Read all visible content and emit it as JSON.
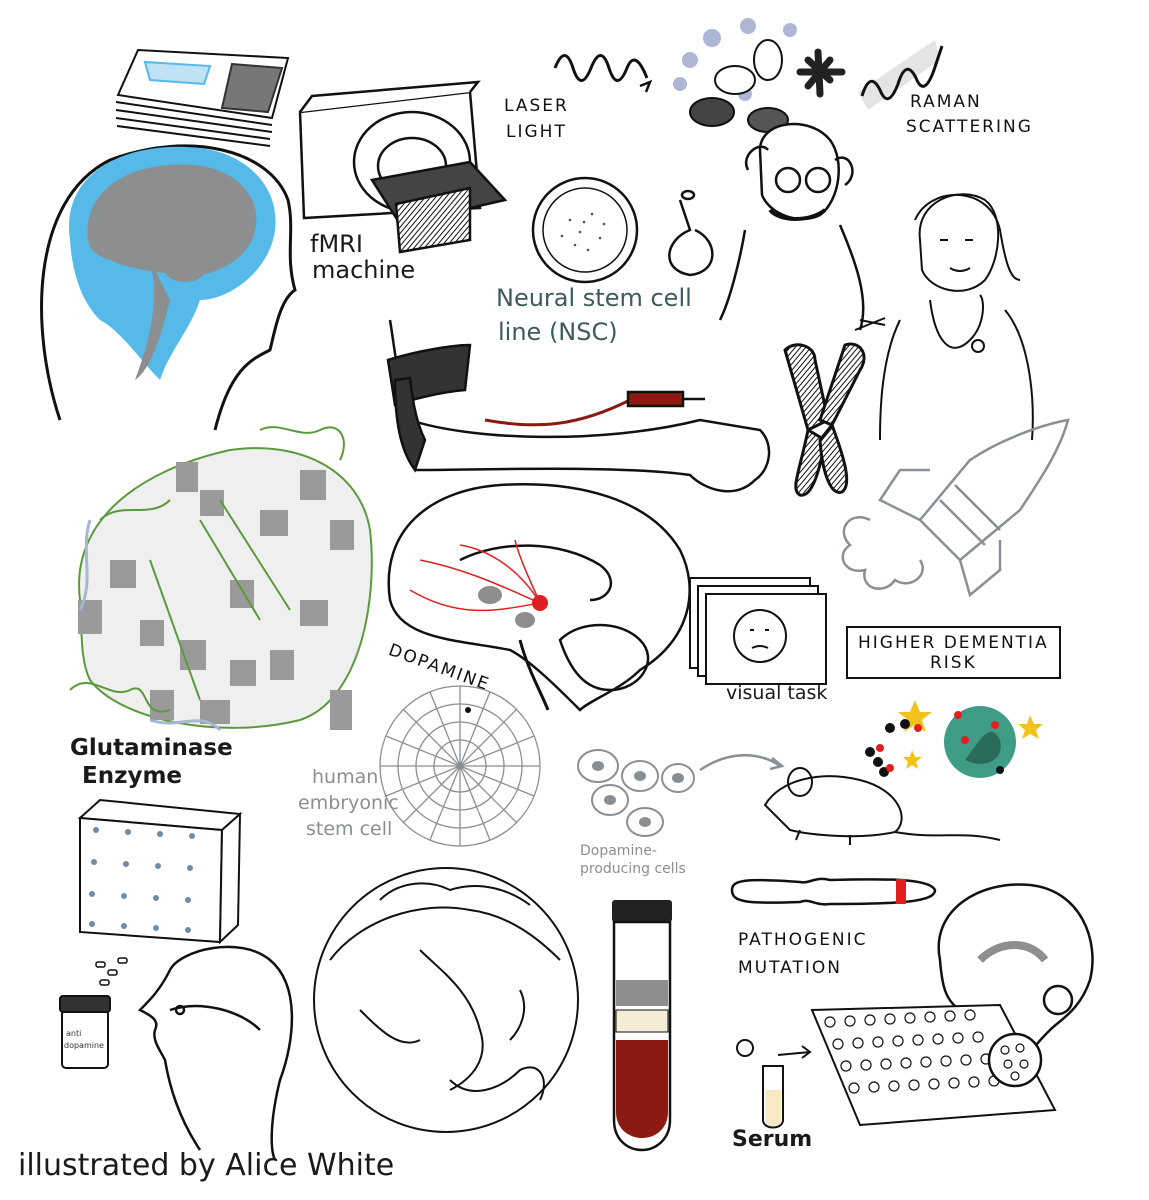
{
  "labels": {
    "laser_line1": "LASER",
    "laser_line2": "LIGHT",
    "raman_line1": "RAMAN",
    "raman_line2": "SCATTERING",
    "fmri_line1": "fMRI",
    "fmri_line2": "machine",
    "nsc_line1": "Neural stem cell",
    "nsc_line2": "line (NSC)",
    "dopamine": "DOPAMINE",
    "visual_task": "visual task",
    "dementia_line1": "HIGHER DEMENTIA",
    "dementia_line2": "RISK",
    "glutaminase_line1": "Glutaminase",
    "glutaminase_line2": "Enzyme",
    "hesc_line1": "human",
    "hesc_line2": "embryonic",
    "hesc_line3": "stem cell",
    "dopa_cells_line1": "Dopamine-",
    "dopa_cells_line2": "producing cells",
    "pathogenic_line1": "PATHOGENIC",
    "pathogenic_line2": "MUTATION",
    "serum": "Serum",
    "pill_line1": "anti",
    "pill_line2": "dopamine",
    "credit": "illustrated by Alice White"
  },
  "colors": {
    "ink": "#111111",
    "brain_blue": "#55b9ea",
    "brain_grey": "#8c8e90",
    "blood_red": "#8b1a12",
    "bright_red": "#e02020",
    "teal_cell": "#3f9c86",
    "star_yellow": "#f2c21b",
    "protein_green": "#5b9a3c",
    "protein_grey": "#9a9a9a"
  }
}
